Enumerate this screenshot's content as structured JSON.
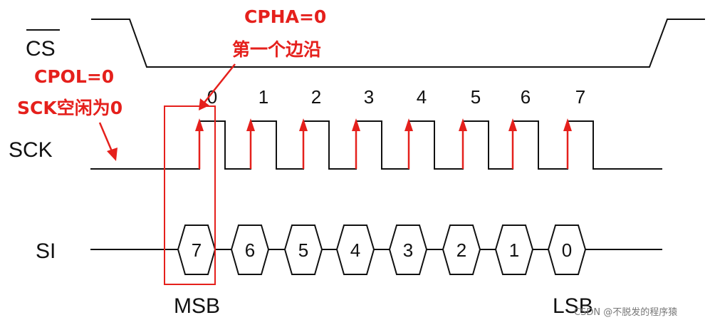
{
  "signals": {
    "cs": "CS",
    "sck": "SCK",
    "si": "SI"
  },
  "clock_indices": [
    "0",
    "1",
    "2",
    "3",
    "4",
    "5",
    "6",
    "7"
  ],
  "data_bits": [
    "7",
    "6",
    "5",
    "4",
    "3",
    "2",
    "1",
    "0"
  ],
  "annotations": {
    "cpha_line1": "CPHA=0",
    "cpha_line2": "第一个边沿",
    "cpol_line1": "CPOL=0",
    "cpol_line2": "SCK空闲为0",
    "msb": "MSB",
    "lsb": "LSB"
  },
  "watermark": "CSDN @不脱发的程序猿",
  "colors": {
    "waveform": "#111111",
    "annotation": "#e5201c"
  }
}
